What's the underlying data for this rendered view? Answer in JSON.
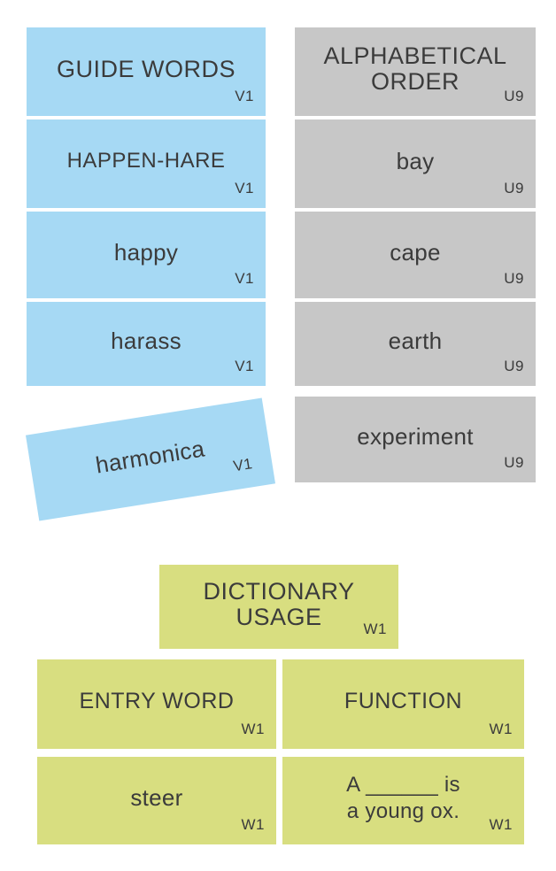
{
  "colors": {
    "card_blue": "#a6d9f4",
    "card_gray": "#c7c7c7",
    "card_green": "#d8de80",
    "text": "#3b3b3b",
    "background": "#ffffff"
  },
  "cards": [
    {
      "label": "GUIDE WORDS",
      "tag": "V1"
    },
    {
      "label": "HAPPEN-HARE",
      "tag": "V1"
    },
    {
      "label": "happy",
      "tag": "V1"
    },
    {
      "label": "harass",
      "tag": "V1"
    },
    {
      "label": "harmonica",
      "tag": "V1"
    },
    {
      "label": "ALPHABETICAL ORDER",
      "tag": "U9"
    },
    {
      "label": "bay",
      "tag": "U9"
    },
    {
      "label": "cape",
      "tag": "U9"
    },
    {
      "label": "earth",
      "tag": "U9"
    },
    {
      "label": "experiment",
      "tag": "U9"
    },
    {
      "label": "DICTIONARY USAGE",
      "tag": "W1"
    },
    {
      "label": "ENTRY WORD",
      "tag": "W1"
    },
    {
      "label": "FUNCTION",
      "tag": "W1"
    },
    {
      "label": "steer",
      "tag": "W1"
    },
    {
      "label_line1": "A ______ is",
      "label_line2": "a young ox.",
      "tag": "W1"
    }
  ]
}
